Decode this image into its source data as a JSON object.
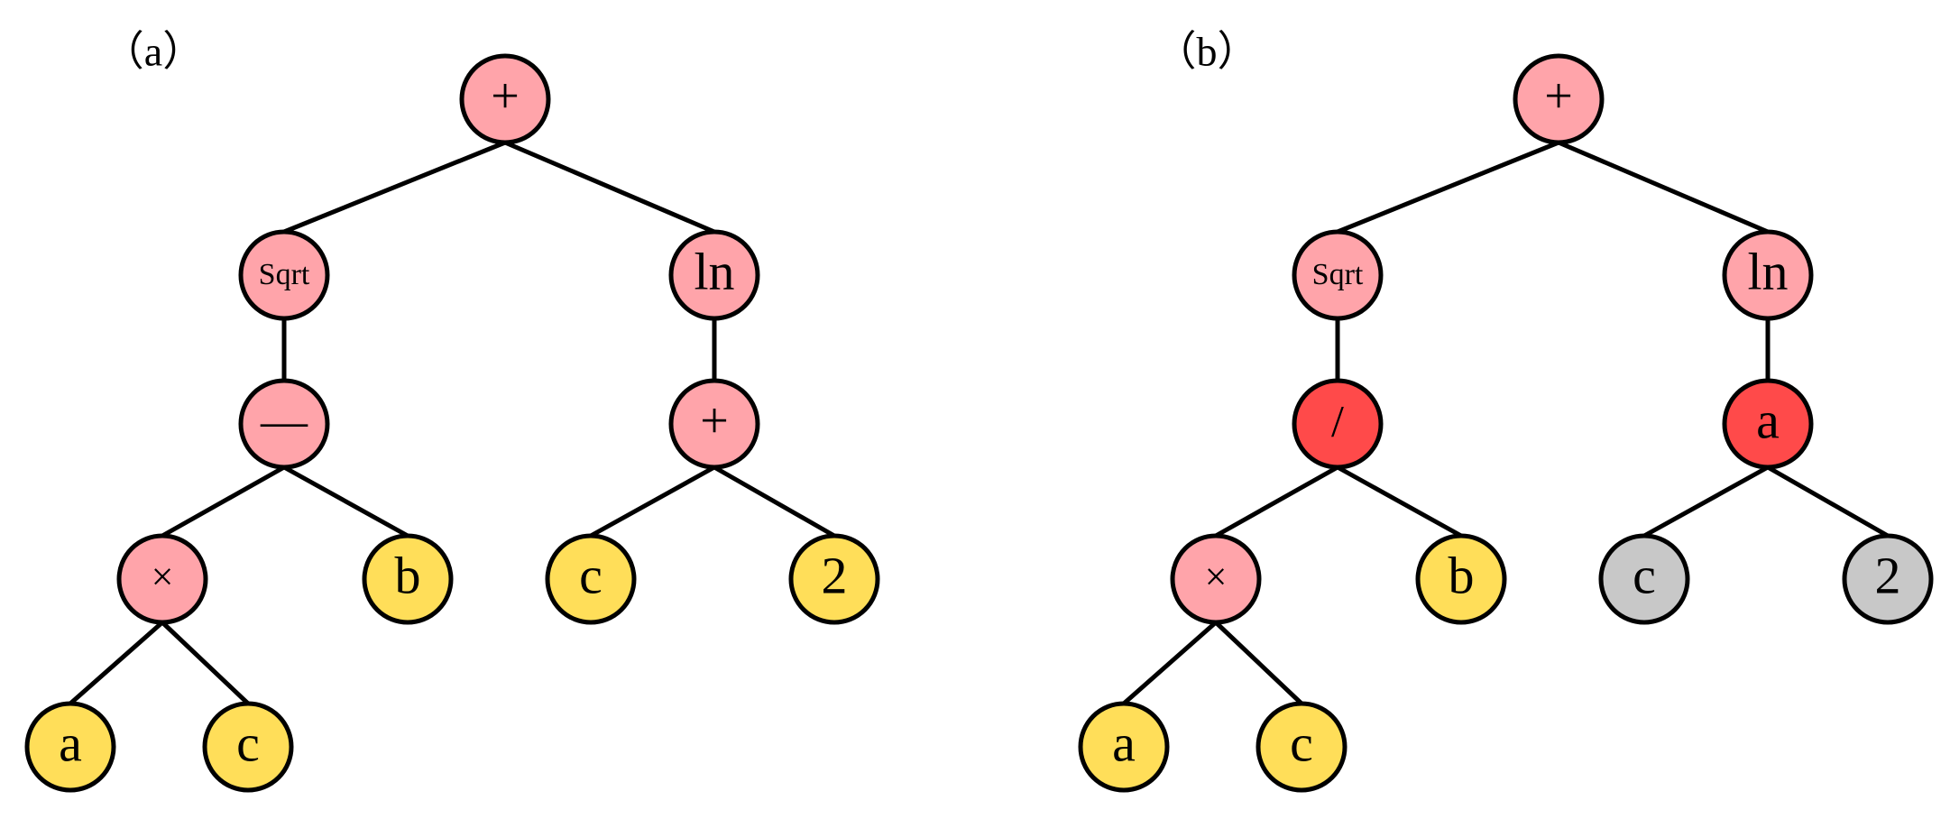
{
  "colors": {
    "operator": "#FFA4AA",
    "terminal": "#FFDE59",
    "mutated": "#FF4A4A",
    "removed": "#C8C8C8",
    "stroke": "#000000",
    "background": "#FFFFFF"
  },
  "panels": [
    {
      "label": "（a）",
      "nodes": [
        {
          "id": "a_root",
          "text": "+",
          "kind": "operator"
        },
        {
          "id": "a_sqrt",
          "text": "Sqrt",
          "kind": "operator"
        },
        {
          "id": "a_ln",
          "text": "ln",
          "kind": "operator"
        },
        {
          "id": "a_minus",
          "text": "—",
          "kind": "operator"
        },
        {
          "id": "a_plus2",
          "text": "+",
          "kind": "operator"
        },
        {
          "id": "a_times",
          "text": "×",
          "kind": "operator"
        },
        {
          "id": "a_b",
          "text": "b",
          "kind": "terminal"
        },
        {
          "id": "a_c1",
          "text": "c",
          "kind": "terminal"
        },
        {
          "id": "a_two",
          "text": "2",
          "kind": "terminal"
        },
        {
          "id": "a_a",
          "text": "a",
          "kind": "terminal"
        },
        {
          "id": "a_c2",
          "text": "c",
          "kind": "terminal"
        }
      ],
      "edges": [
        [
          "a_root",
          "a_sqrt"
        ],
        [
          "a_root",
          "a_ln"
        ],
        [
          "a_sqrt",
          "a_minus"
        ],
        [
          "a_ln",
          "a_plus2"
        ],
        [
          "a_minus",
          "a_times"
        ],
        [
          "a_minus",
          "a_b"
        ],
        [
          "a_plus2",
          "a_c1"
        ],
        [
          "a_plus2",
          "a_two"
        ],
        [
          "a_times",
          "a_a"
        ],
        [
          "a_times",
          "a_c2"
        ]
      ]
    },
    {
      "label": "（b）",
      "nodes": [
        {
          "id": "b_root",
          "text": "+",
          "kind": "operator"
        },
        {
          "id": "b_sqrt",
          "text": "Sqrt",
          "kind": "operator"
        },
        {
          "id": "b_ln",
          "text": "ln",
          "kind": "operator"
        },
        {
          "id": "b_div",
          "text": "/",
          "kind": "mutated"
        },
        {
          "id": "b_amut",
          "text": "a",
          "kind": "mutated"
        },
        {
          "id": "b_times",
          "text": "×",
          "kind": "operator"
        },
        {
          "id": "b_b",
          "text": "b",
          "kind": "terminal"
        },
        {
          "id": "b_c1",
          "text": "c",
          "kind": "removed"
        },
        {
          "id": "b_two",
          "text": "2",
          "kind": "removed"
        },
        {
          "id": "b_a",
          "text": "a",
          "kind": "terminal"
        },
        {
          "id": "b_c2",
          "text": "c",
          "kind": "terminal"
        }
      ],
      "edges": [
        [
          "b_root",
          "b_sqrt"
        ],
        [
          "b_root",
          "b_ln"
        ],
        [
          "b_sqrt",
          "b_div"
        ],
        [
          "b_ln",
          "b_amut"
        ],
        [
          "b_div",
          "b_times"
        ],
        [
          "b_div",
          "b_b"
        ],
        [
          "b_amut",
          "b_c1"
        ],
        [
          "b_amut",
          "b_two"
        ],
        [
          "b_times",
          "b_a"
        ],
        [
          "b_times",
          "b_c2"
        ]
      ]
    }
  ]
}
